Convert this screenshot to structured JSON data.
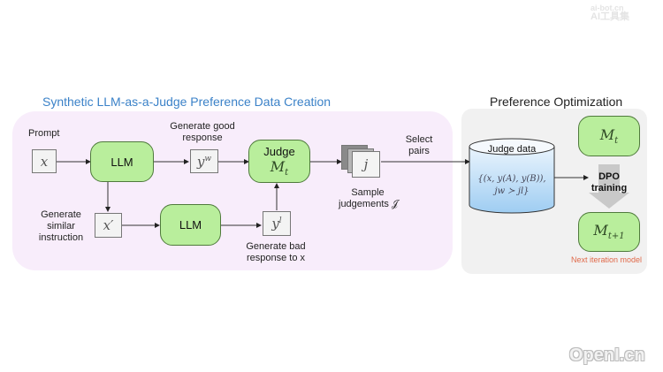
{
  "watermarks": {
    "top_line1": "ai-bot.cn",
    "top_line2": "AI工具集",
    "bottom": "OpenI.cn"
  },
  "left_section": {
    "title": "Synthetic LLM-as-a-Judge Preference Data Creation",
    "prompt_label": "Prompt",
    "x_var": "x",
    "llm_top_label": "LLM",
    "generate_good_label_line1": "Generate good",
    "generate_good_label_line2": "response",
    "yw_var": "y",
    "yw_sup": "w",
    "judge_label": "Judge",
    "judge_model": "M",
    "judge_model_sub": "t",
    "cards_var": "j",
    "sample_label_line1": "Sample",
    "sample_label_line2": "judgements 𝒥",
    "select_label_line1": "Select",
    "select_label_line2": "pairs",
    "generate_similar_line1": "Generate",
    "generate_similar_line2": "similar",
    "generate_similar_line3": "instruction",
    "x_prime_var": "x′",
    "llm_bottom_label": "LLM",
    "yl_var": "y",
    "yl_sup": "l",
    "generate_bad_line1": "Generate bad",
    "generate_bad_line2": "response to x"
  },
  "right_section": {
    "title": "Preference Optimization",
    "judge_data_label": "Judge data",
    "judge_data_line1": "{(x, y(A), y(B)),",
    "judge_data_line2": "jw ≻ jl}",
    "mt_model": "M",
    "mt_sub": "t",
    "dpo_line1": "DPO",
    "dpo_line2": "training",
    "mt1_model": "M",
    "mt1_sub": "t+1",
    "next_iteration_label": "Next iteration model"
  },
  "colors": {
    "title_blue": "#3b82c8",
    "green_box": "#b9ee9c",
    "left_panel": "#f8edfb",
    "right_panel": "#f1f1f1",
    "next_label": "#e06a4a"
  }
}
